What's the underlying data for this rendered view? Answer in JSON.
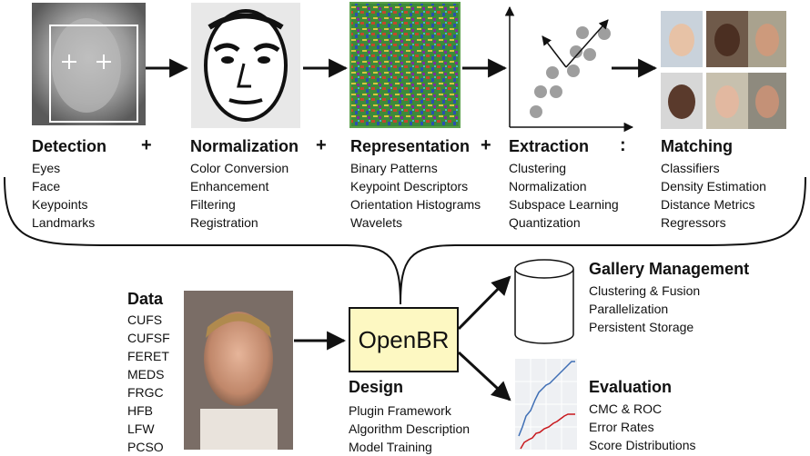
{
  "pipeline": {
    "stages": [
      {
        "title": "Detection",
        "items": [
          "Eyes",
          "Face",
          "Keypoints",
          "Landmarks"
        ]
      },
      {
        "title": "Normalization",
        "items": [
          "Color Conversion",
          "Enhancement",
          "Filtering",
          "Registration"
        ]
      },
      {
        "title": "Representation",
        "items": [
          "Binary Patterns",
          "Keypoint Descriptors",
          "Orientation Histograms",
          "Wavelets"
        ]
      },
      {
        "title": "Extraction",
        "items": [
          "Clustering",
          "Normalization",
          "Subspace Learning",
          "Quantization"
        ]
      },
      {
        "title": "Matching",
        "items": [
          "Classifiers",
          "Density Estimation",
          "Distance Metrics",
          "Regressors"
        ]
      }
    ],
    "separators": [
      "+",
      "+",
      "+",
      ":"
    ]
  },
  "data_section": {
    "title": "Data",
    "items": [
      "CUFS",
      "CUFSF",
      "FERET",
      "MEDS",
      "FRGC",
      "HFB",
      "LFW",
      "PCSO"
    ]
  },
  "center": {
    "label": "OpenBR"
  },
  "design": {
    "title": "Design",
    "items": [
      "Plugin Framework",
      "Algorithm Description",
      "Model Training"
    ]
  },
  "gallery": {
    "title": "Gallery Management",
    "items": [
      "Clustering & Fusion",
      "Parallelization",
      "Persistent Storage"
    ]
  },
  "evaluation": {
    "title": "Evaluation",
    "items": [
      "CMC & ROC",
      "Error Rates",
      "Score Distributions"
    ]
  },
  "colors": {
    "openbr_fill": "#fdf8c2",
    "curve_blue": "#3f6fb5",
    "curve_red": "#c8191e",
    "scatter_dot": "#9e9e9e",
    "detection_box": "#ffffff"
  }
}
